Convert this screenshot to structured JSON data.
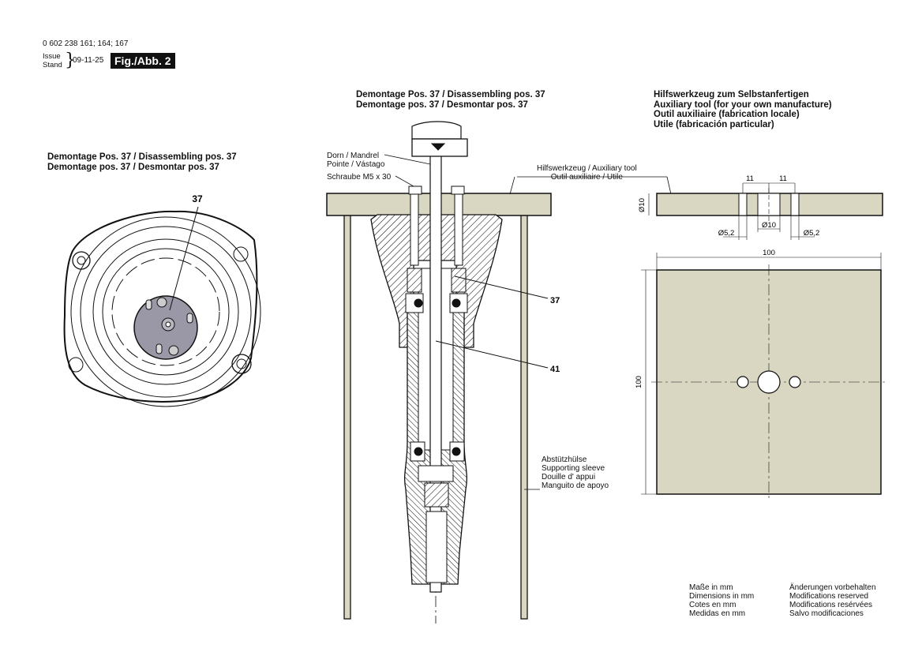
{
  "header": {
    "part_numbers": "0 602 238 161; 164; 167",
    "issue_label": "Issue",
    "stand_label": "Stand",
    "date": "09-11-25",
    "figure": "Fig./Abb. 2"
  },
  "left_view": {
    "title_line1": "Demontage Pos. 37 / Disassembling pos. 37",
    "title_line2": "Demontage pos. 37 / Desmontar pos. 37",
    "callout": "37"
  },
  "center_view": {
    "title_line1": "Demontage Pos. 37 / Disassembling pos. 37",
    "title_line2": "Demontage pos. 37 / Desmontar pos. 37",
    "mandrel_line1": "Dorn / Mandrel",
    "mandrel_line2": "Pointe / Vástago",
    "screw": "Schraube M5 x 30",
    "aux_tool_line1": "Hilfswerkzeug / Auxiliary tool",
    "aux_tool_line2": "Outil auxiliaire / Utile",
    "callout_37": "37",
    "callout_41": "41",
    "sleeve_line1": "Abstützhülse",
    "sleeve_line2": "Supporting sleeve",
    "sleeve_line3": "Douille d' appui",
    "sleeve_line4": "Manguito de apoyo"
  },
  "right_view": {
    "title_line1": "Hilfswerkzeug zum Selbstanfertigen",
    "title_line2": "Auxiliary tool (for your own manufacture)",
    "title_line3": "Outil auxiliaire (fabrication locale)",
    "title_line4": "Utile (fabricación particular)",
    "dim_11a": "11",
    "dim_11b": "11",
    "dim_d10_side": "Ø10",
    "dim_d52_left": "Ø5,2",
    "dim_d10_center": "Ø10",
    "dim_d52_right": "Ø5,2",
    "dim_100_top": "100",
    "dim_100_side": "100"
  },
  "footer": {
    "units_line1": "Maße in mm",
    "units_line2": "Dimensions in mm",
    "units_line3": "Cotes en mm",
    "units_line4": "Medidas en mm",
    "mods_line1": "Änderungen vorbehalten",
    "mods_line2": "Modifications reserved",
    "mods_line3": "Modifications resérvées",
    "mods_line4": "Salvo modificaciones"
  },
  "colors": {
    "fill": "#d9d7c2",
    "line": "#111111"
  }
}
